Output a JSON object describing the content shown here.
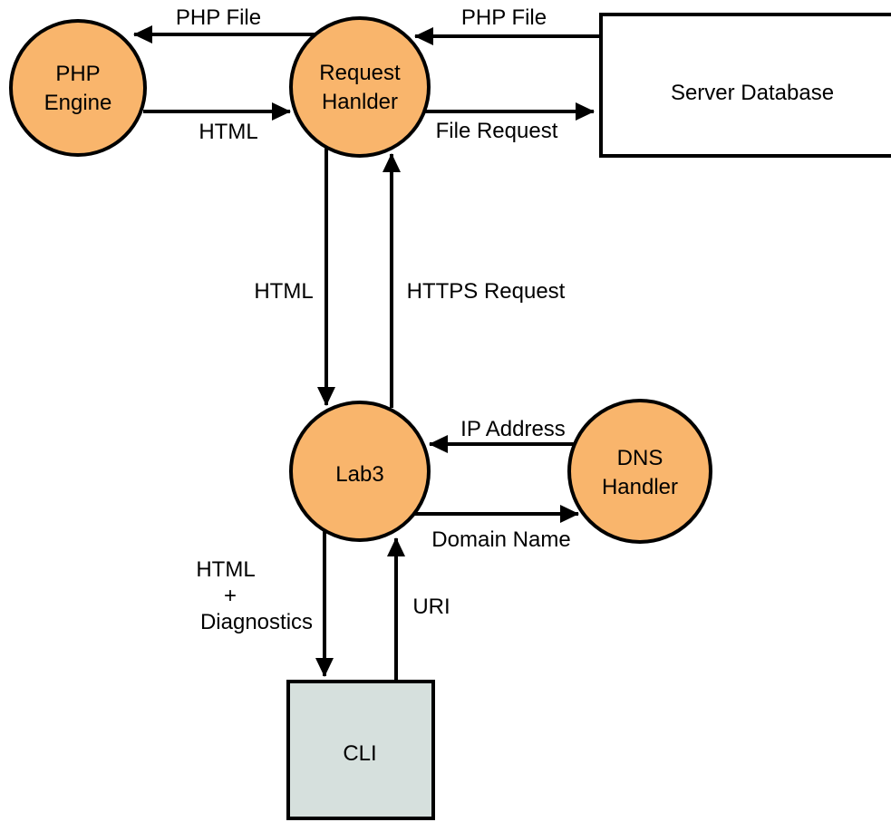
{
  "colors": {
    "node_fill": "#F9B56C",
    "node_stroke": "#000000",
    "database_fill": "#FFFFFF",
    "cli_fill": "#D6E0DD",
    "line": "#000000",
    "text": "#000000",
    "background": "#FFFFFF"
  },
  "nodes": {
    "php_engine": {
      "shape": "circle",
      "line1": "PHP",
      "line2": "Engine"
    },
    "request_handler": {
      "shape": "circle",
      "line1": "Request",
      "line2": "Hanlder"
    },
    "server_database": {
      "shape": "rectangle",
      "label": "Server Database"
    },
    "lab3": {
      "shape": "circle",
      "label": "Lab3"
    },
    "dns_handler": {
      "shape": "circle",
      "line1": "DNS",
      "line2": "Handler"
    },
    "cli": {
      "shape": "rectangle",
      "label": "CLI"
    }
  },
  "edges": {
    "handler_to_engine": {
      "label": "PHP File",
      "from": "Request Hanlder",
      "to": "PHP Engine"
    },
    "engine_to_handler": {
      "label": "HTML",
      "from": "PHP Engine",
      "to": "Request Hanlder"
    },
    "database_to_handler": {
      "label": "PHP File",
      "from": "Server Database",
      "to": "Request Hanlder"
    },
    "handler_to_database": {
      "label": "File Request",
      "from": "Request Hanlder",
      "to": "Server Database"
    },
    "handler_to_lab3": {
      "label": "HTML",
      "from": "Request Hanlder",
      "to": "Lab3"
    },
    "lab3_to_handler": {
      "label": "HTTPS Request",
      "from": "Lab3",
      "to": "Request Hanlder"
    },
    "dns_to_lab3": {
      "label": "IP Address",
      "from": "DNS Handler",
      "to": "Lab3"
    },
    "lab3_to_dns": {
      "label": "Domain Name",
      "from": "Lab3",
      "to": "DNS Handler"
    },
    "lab3_to_cli": {
      "label_line1": "HTML",
      "label_line2": "+",
      "label_line3": "Diagnostics",
      "from": "Lab3",
      "to": "CLI"
    },
    "cli_to_lab3": {
      "label": "URI",
      "from": "CLI",
      "to": "Lab3"
    }
  }
}
